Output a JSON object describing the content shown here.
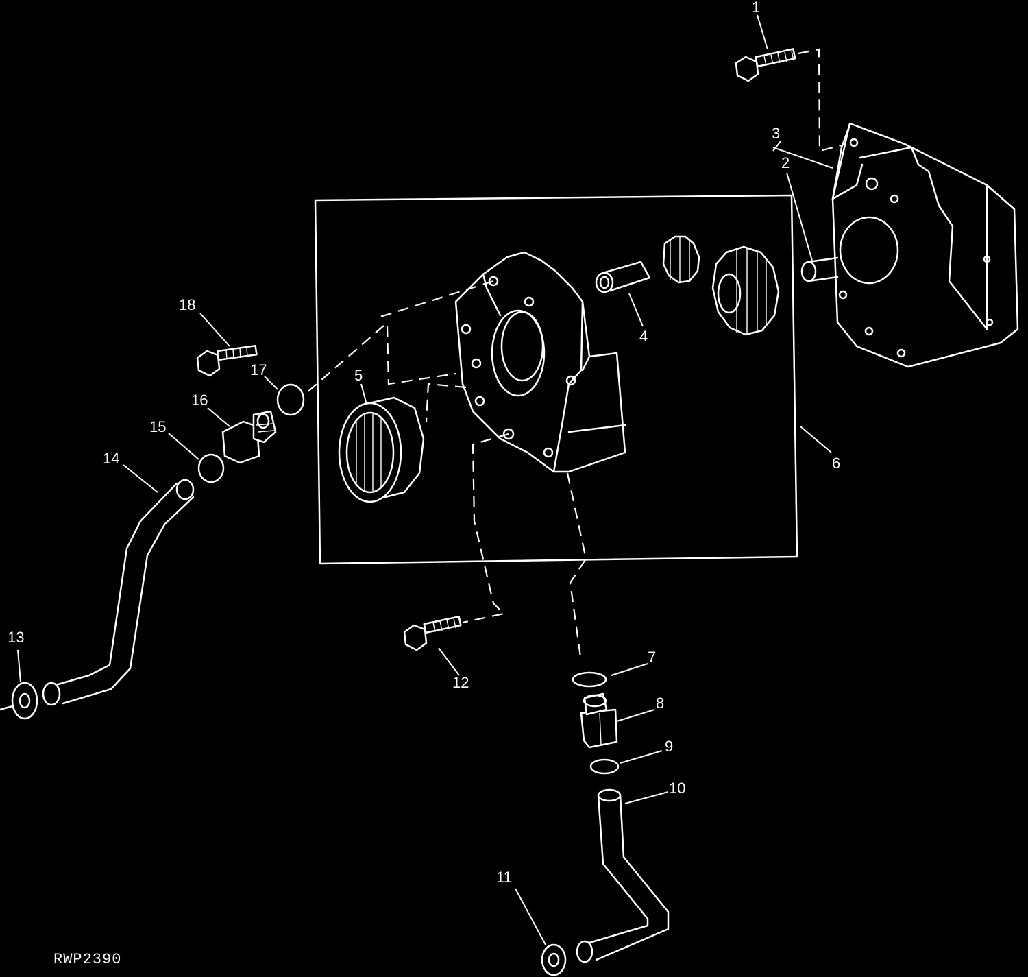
{
  "figure_code": "RWP2390",
  "callouts": [
    {
      "id": "1",
      "text": "1"
    },
    {
      "id": "2",
      "text": "2"
    },
    {
      "id": "3",
      "text": "3"
    },
    {
      "id": "4",
      "text": "4"
    },
    {
      "id": "5",
      "text": "5"
    },
    {
      "id": "6",
      "text": "6"
    },
    {
      "id": "7",
      "text": "7"
    },
    {
      "id": "8",
      "text": "8"
    },
    {
      "id": "9",
      "text": "9"
    },
    {
      "id": "10",
      "text": "10"
    },
    {
      "id": "11",
      "text": "11"
    },
    {
      "id": "12",
      "text": "12"
    },
    {
      "id": "13",
      "text": "13"
    },
    {
      "id": "14",
      "text": "14"
    },
    {
      "id": "15",
      "text": "15"
    },
    {
      "id": "16",
      "text": "16"
    },
    {
      "id": "17",
      "text": "17"
    },
    {
      "id": "18",
      "text": "18"
    }
  ],
  "colors": {
    "background": "#000000",
    "line": "#ffffff"
  }
}
